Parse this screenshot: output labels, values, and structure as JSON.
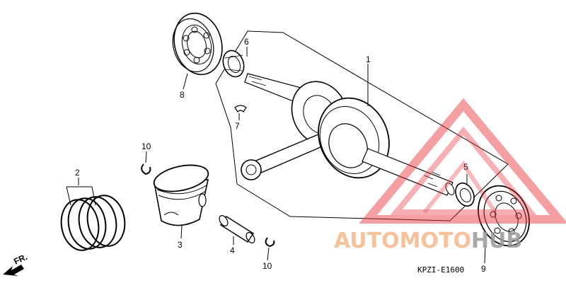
{
  "diagram": {
    "callouts": {
      "c1": "1",
      "c2": "2",
      "c3": "3",
      "c4": "4",
      "c5": "5",
      "c6": "6",
      "c7": "7",
      "c8": "8",
      "c9": "9",
      "c10a": "10",
      "c10b": "10"
    },
    "direction_label": "FR.",
    "drawing_code": "KPZI-E1600"
  },
  "watermark": {
    "part1": "AUTO",
    "part2": "MOTO",
    "part3": "HUB",
    "colors": {
      "orange": "#f5b88a",
      "red": "#e8333a",
      "gray": "#9a9a9a"
    }
  }
}
